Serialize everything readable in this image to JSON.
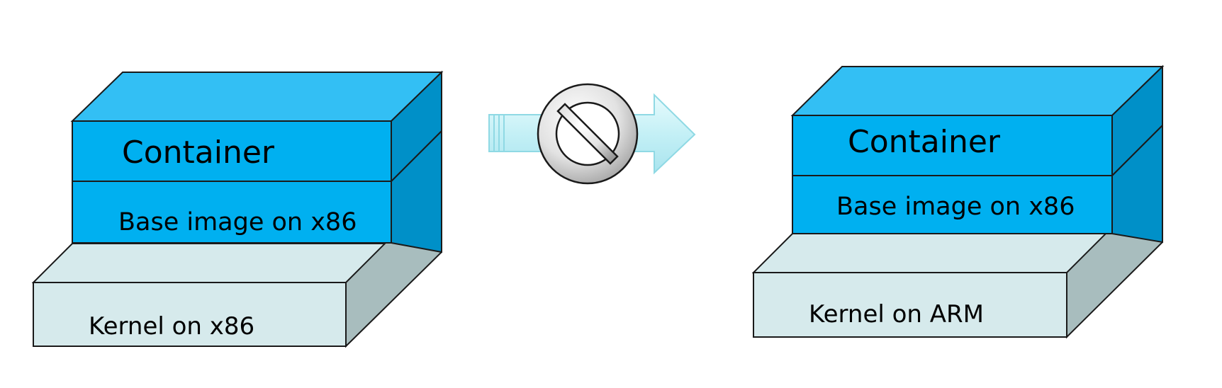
{
  "left_stack": {
    "container_label": "Container",
    "base_label": "Base image on x86",
    "kernel_label": "Kernel on x86"
  },
  "right_stack": {
    "container_label": "Container",
    "base_label": "Base image on x86",
    "kernel_label": "Kernel on ARM"
  },
  "transfer": {
    "arrow_icon": "right-arrow-icon",
    "blocked_icon": "prohibited-icon"
  },
  "colors": {
    "container_front": "#00B0F0",
    "container_top": "#33BFF4",
    "container_side": "#0090C8",
    "kernel_front": "#D6EAEC",
    "kernel_side": "#A8BDBE",
    "arrow_fill": "#C9F2F7",
    "arrow_stroke": "#8FD9E4"
  }
}
